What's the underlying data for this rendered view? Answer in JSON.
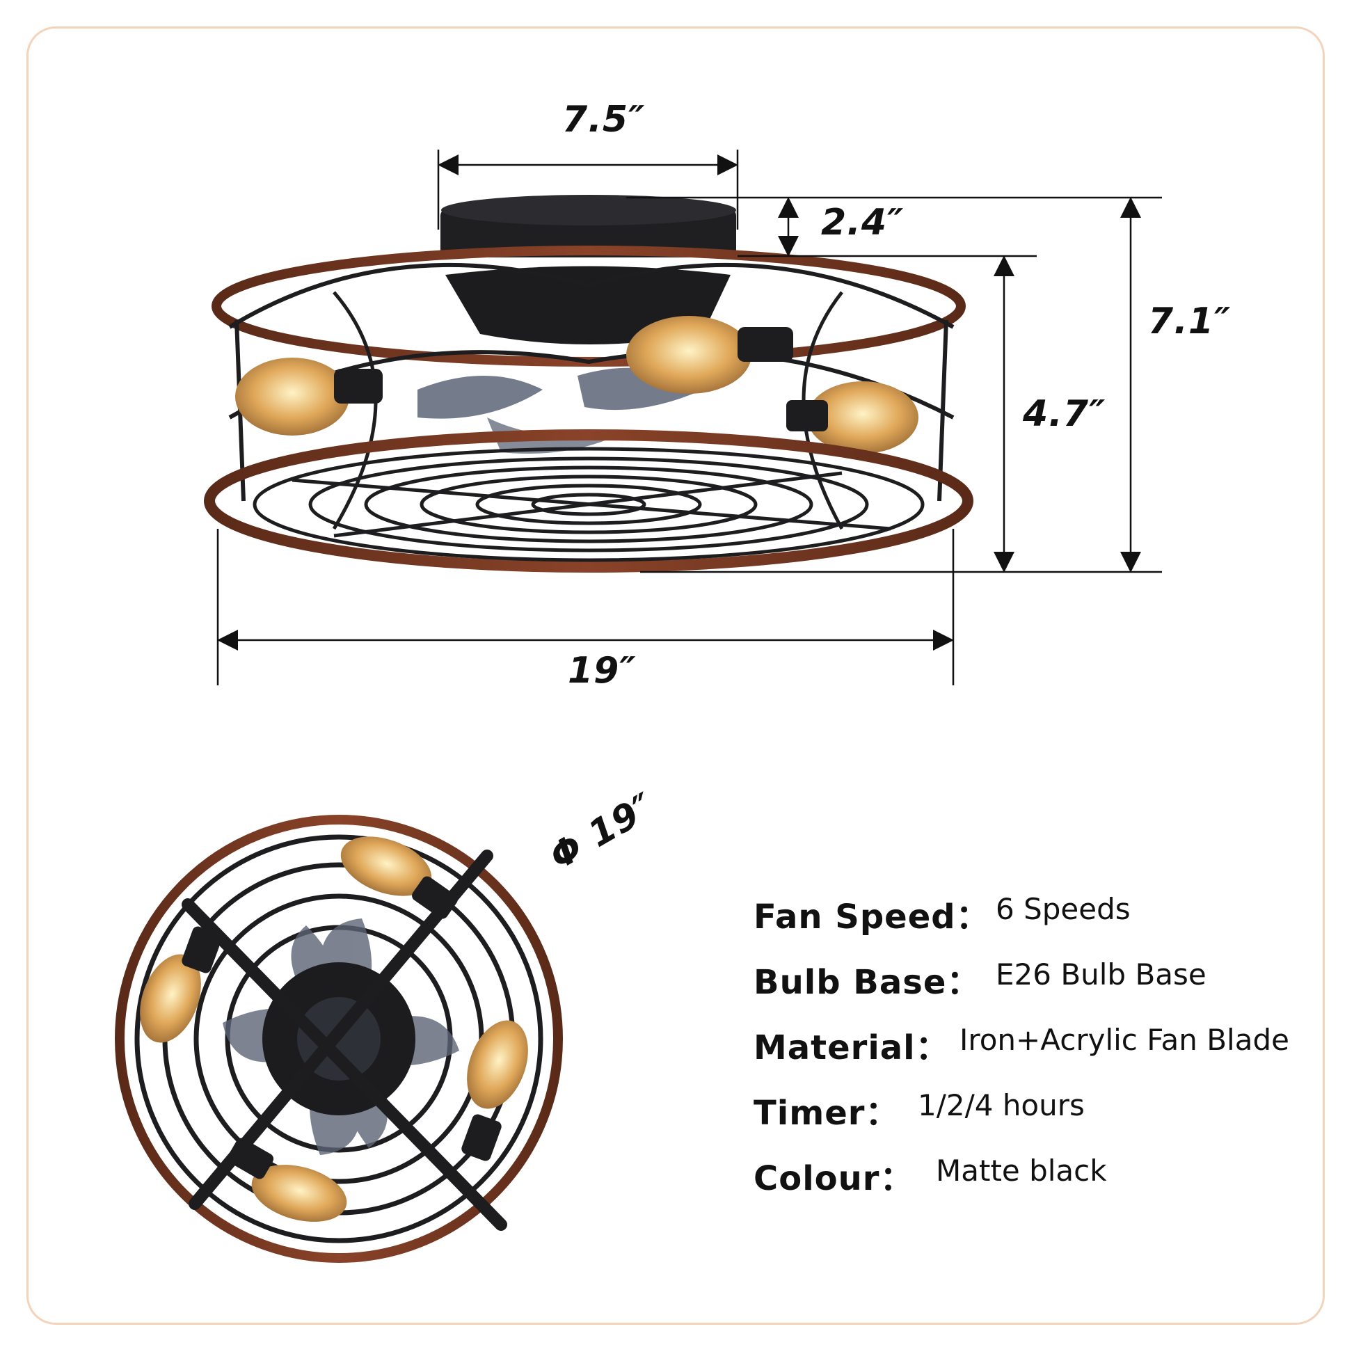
{
  "dimensions": {
    "top_width": "7.5″",
    "canopy_height": "2.4″",
    "total_height": "7.1″",
    "cage_height": "4.7″",
    "width": "19″",
    "diameter": "Φ 19″"
  },
  "specs": [
    {
      "label": "Fan Speed：",
      "value": "6 Speeds"
    },
    {
      "label": "Bulb Base：",
      "value": "E26 Bulb Base"
    },
    {
      "label": "Material：",
      "value": "Iron+Acrylic Fan Blade"
    },
    {
      "label": "Timer：",
      "value": "1/2/4 hours"
    },
    {
      "label": "Colour：",
      "value": "Matte black"
    }
  ],
  "colors": {
    "frame_border": "#f3d4bb",
    "wood_ring": "#7a3b22",
    "iron": "#1d1d1f",
    "bulb_glass": "#d9a45a",
    "blade": "#5c6475"
  }
}
